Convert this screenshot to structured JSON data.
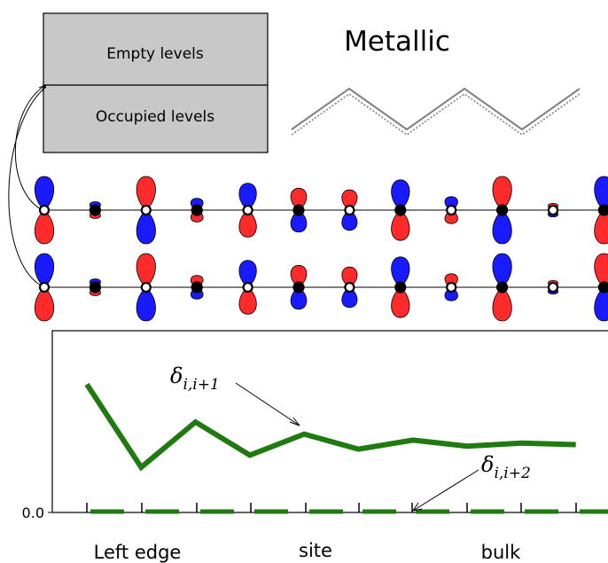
{
  "band_box": {
    "empty_label": "Empty levels",
    "occupied_label": "Occupied levels",
    "fill_color": "#c8c8c8"
  },
  "regime_title": "Metallic",
  "colors": {
    "title": "#2e8b1a",
    "orbital_positive": "#ff2a2a",
    "orbital_negative": "#1a1aff",
    "curve": "#1f7a10",
    "zigzag": "#808080"
  },
  "orbital_rows": [
    {
      "sites": [
        {
          "size": 1.0,
          "top": "blue",
          "filled": false
        },
        {
          "size": 0.25,
          "top": "blue",
          "filled": true
        },
        {
          "size": 1.0,
          "top": "red",
          "filled": false
        },
        {
          "size": 0.35,
          "top": "blue",
          "filled": true
        },
        {
          "size": 0.8,
          "top": "blue",
          "filled": false
        },
        {
          "size": 0.65,
          "top": "red",
          "filled": true
        },
        {
          "size": 0.6,
          "top": "red",
          "filled": false
        },
        {
          "size": 0.9,
          "top": "blue",
          "filled": true
        },
        {
          "size": 0.4,
          "top": "blue",
          "filled": false
        },
        {
          "size": 1.0,
          "top": "red",
          "filled": true
        },
        {
          "size": 0.2,
          "top": "red",
          "filled": false
        },
        {
          "size": 1.0,
          "top": "blue",
          "filled": true
        }
      ]
    },
    {
      "sites": [
        {
          "size": 1.0,
          "top": "blue",
          "filled": false
        },
        {
          "size": 0.25,
          "top": "blue",
          "filled": true
        },
        {
          "size": 1.0,
          "top": "red",
          "filled": false
        },
        {
          "size": 0.35,
          "top": "red",
          "filled": true
        },
        {
          "size": 0.8,
          "top": "blue",
          "filled": false
        },
        {
          "size": 0.65,
          "top": "red",
          "filled": true
        },
        {
          "size": 0.6,
          "top": "red",
          "filled": false
        },
        {
          "size": 0.9,
          "top": "blue",
          "filled": true
        },
        {
          "size": 0.4,
          "top": "red",
          "filled": false
        },
        {
          "size": 1.0,
          "top": "blue",
          "filled": true
        },
        {
          "size": 0.2,
          "top": "red",
          "filled": false
        },
        {
          "size": 1.0,
          "top": "red",
          "filled": true
        }
      ]
    }
  ],
  "plot": {
    "y_tick_label": "0.0",
    "x_labels": [
      "Left edge",
      "site",
      "bulk"
    ],
    "delta_nn_label": "δ",
    "delta_nn_subscript": "i,i+1",
    "delta_nnn_label": "δ",
    "delta_nnn_subscript": "i,i+2",
    "delta_nn_values": [
      0.85,
      0.3,
      0.6,
      0.38,
      0.52,
      0.42,
      0.48,
      0.44,
      0.46,
      0.45
    ],
    "delta_nnn_values": [
      0,
      0,
      0,
      0,
      0,
      0,
      0,
      0,
      0,
      0
    ]
  }
}
